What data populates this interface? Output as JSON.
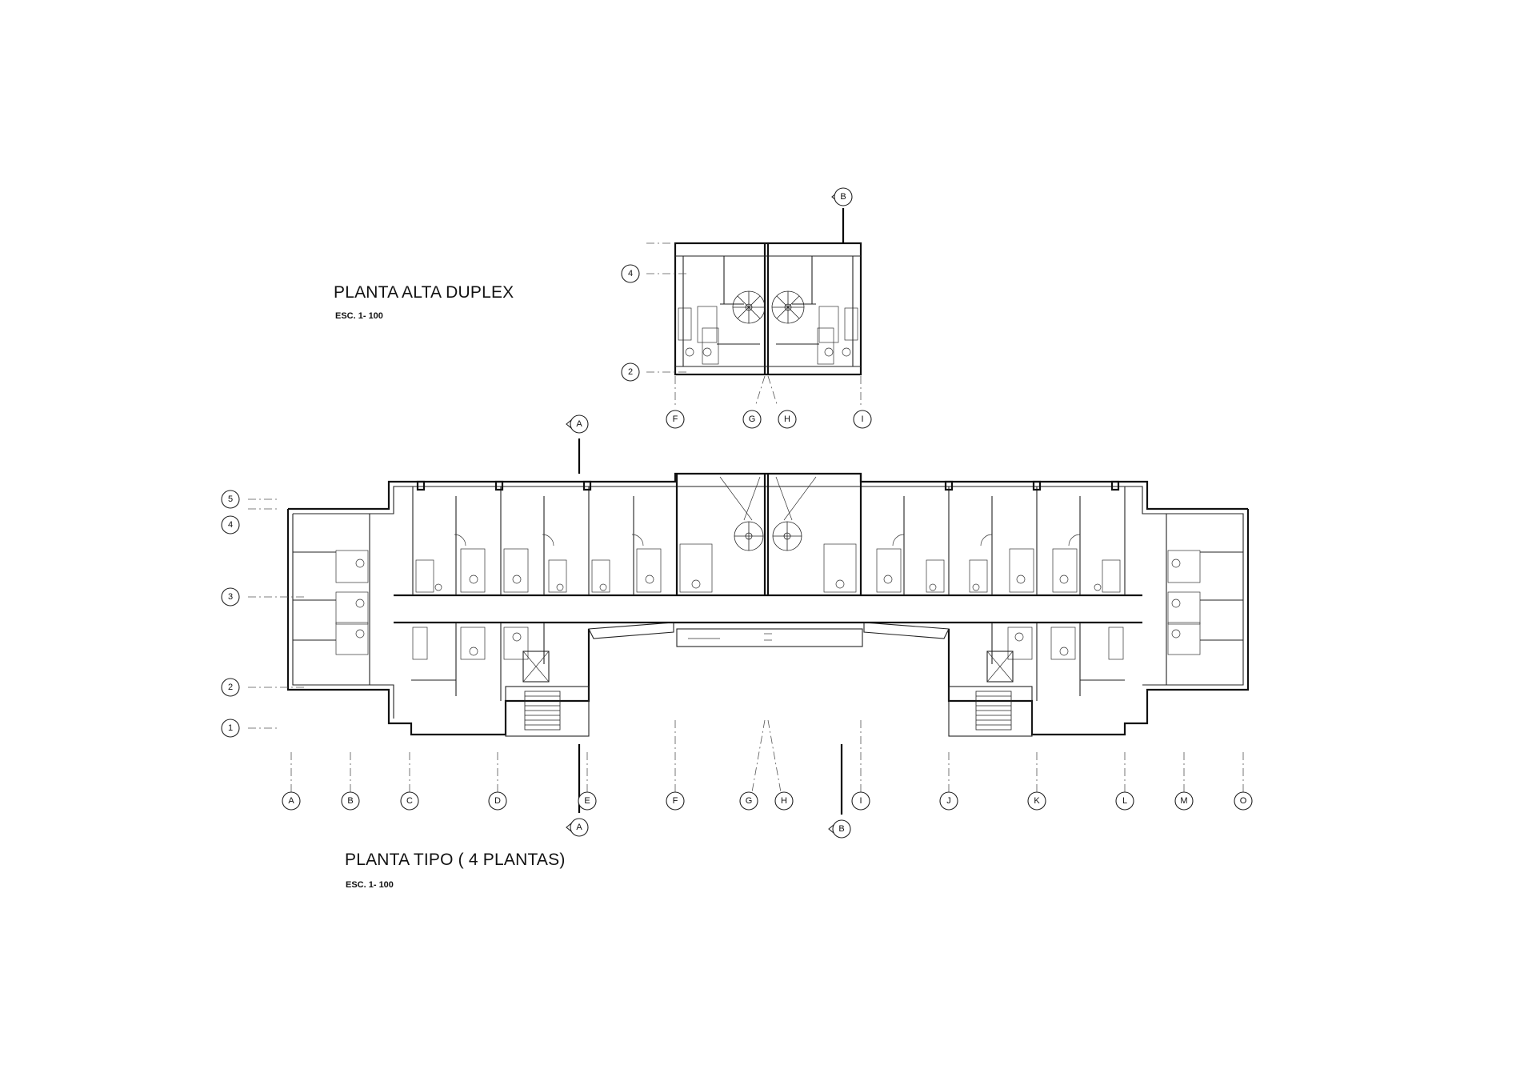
{
  "upper_plan": {
    "title": "PLANTA ALTA DUPLEX",
    "scale": "ESC.  1- 100",
    "row_axes": [
      "4",
      "2"
    ],
    "column_axes": [
      "F",
      "G",
      "H",
      "I"
    ],
    "section_marks": [
      "B"
    ]
  },
  "typical_plan": {
    "title": "PLANTA TIPO ( 4 PLANTAS)",
    "scale": "ESC.  1- 100",
    "row_axes": [
      "5",
      "4",
      "3",
      "2",
      "1"
    ],
    "column_axes": [
      "A",
      "B",
      "C",
      "D",
      "E",
      "F",
      "G",
      "H",
      "I",
      "J",
      "K",
      "L",
      "M",
      "O"
    ],
    "section_marks": [
      "A",
      "A",
      "B"
    ]
  }
}
